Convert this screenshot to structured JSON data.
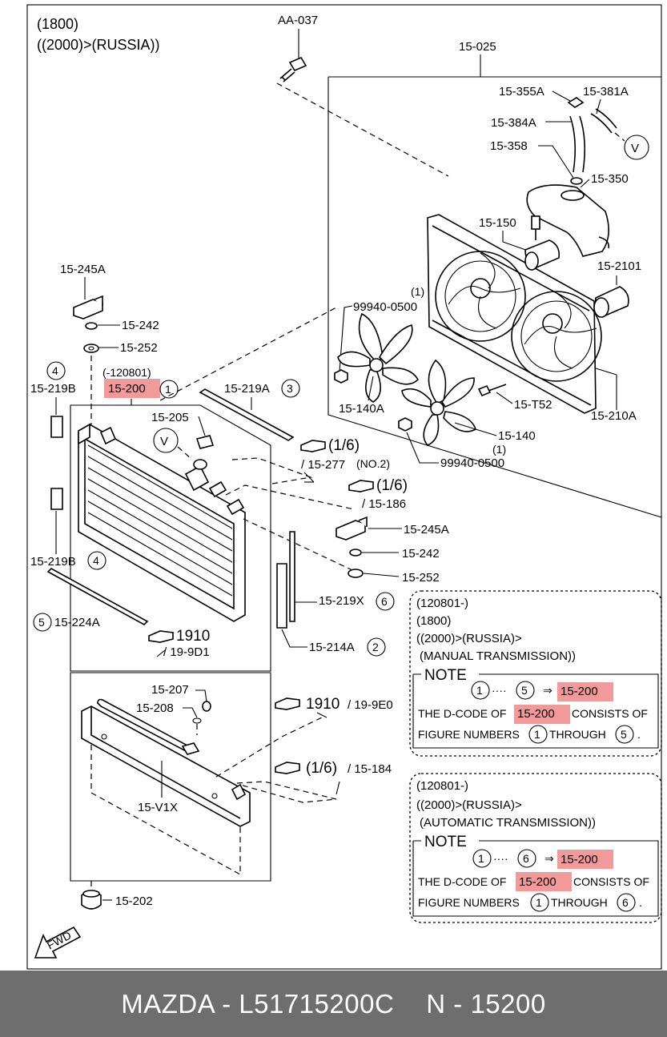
{
  "header": {
    "line1": "(1800)",
    "line2": "((2000)>(RUSSIA))"
  },
  "labels": {
    "aa037": "AA-037",
    "p15025": "15-025",
    "p15355a": "15-355A",
    "p15381a": "15-381A",
    "p15384a": "15-384A",
    "p15358": "15-358",
    "p15350": "15-350",
    "p15150": "15-150",
    "p152101": "15-2101",
    "p99940_1": "99940-0500",
    "p99940_1_sup": "(1)",
    "p15140a": "15-140A",
    "p15t52": "15-T52",
    "p15210a": "15-210A",
    "p15140": "15-140",
    "p15140_sup": "(1)",
    "p99940_2": "99940-0500",
    "p15245a_1": "15-245A",
    "p15242_1": "15-242",
    "p15252_1": "15-252",
    "p15219b_1": "15-219B",
    "p15219b_1_num": "4",
    "p15200_date": "(-120801)",
    "p15200": "15-200",
    "p15200_num": "1",
    "p15219a": "15-219A",
    "p15219a_num": "3",
    "p15205": "15-205",
    "v_marker": "V",
    "ref_16a": "(1/6)",
    "ref_15277": "/ 15-277",
    "ref_15277_no": "(NO.2)",
    "ref_16b": "(1/6)",
    "ref_15186": "/ 15-186",
    "p15245a_2": "15-245A",
    "p15242_2": "15-242",
    "p15252_2": "15-252",
    "p15219b_2": "15-219B",
    "p15219b_2_num": "4",
    "p15219x": "15-219X",
    "p15219x_num": "6",
    "p15224a": "15-224A",
    "p15224a_num": "5",
    "ref_1910a": "1910",
    "ref_199d1": "/ 19-9D1",
    "p15214a": "15-214A",
    "p15214a_num": "2",
    "p15207": "15-207",
    "p15208": "15-208",
    "ref_1910b": "1910",
    "ref_199e0": "/ 19-9E0",
    "p15v1x": "15-V1X",
    "ref_16c": "(1/6)",
    "ref_15184": "/ 15-184",
    "p15202": "15-202",
    "fwd": "FWD"
  },
  "notes": [
    {
      "cond1": "(120801-)",
      "cond2": "(1800)",
      "cond3": "((2000)>(RUSSIA)>",
      "cond4": "(MANUAL TRANSMISSION))",
      "title": "NOTE",
      "from": "1",
      "dots": "····",
      "to": "5",
      "arrow": "⇒",
      "code": "15-200",
      "text1": "THE D-CODE OF",
      "text_code": "15-200",
      "text2": "CONSISTS OF",
      "text3": "FIGURE NUMBERS",
      "text_from": "1",
      "text4": "THROUGH",
      "text_to": "5",
      "text_end": "."
    },
    {
      "cond1": "(120801-)",
      "cond2": "((2000)>(RUSSIA)>",
      "cond3": "(AUTOMATIC TRANSMISSION))",
      "title": "NOTE",
      "from": "1",
      "dots": "····",
      "to": "6",
      "arrow": "⇒",
      "code": "15-200",
      "text1": "THE D-CODE OF",
      "text_code": "15-200",
      "text2": "CONSISTS OF",
      "text3": "FIGURE NUMBERS",
      "text_from": "1",
      "text4": "THROUGH",
      "text_to": "6",
      "text_end": "."
    }
  ],
  "footer": {
    "brand": "MAZDA - L51715200C",
    "code": "N - 15200"
  },
  "colors": {
    "highlight": "#f29a9a",
    "footer_bg": "#6e6e6e",
    "footer_text": "#ffffff"
  }
}
